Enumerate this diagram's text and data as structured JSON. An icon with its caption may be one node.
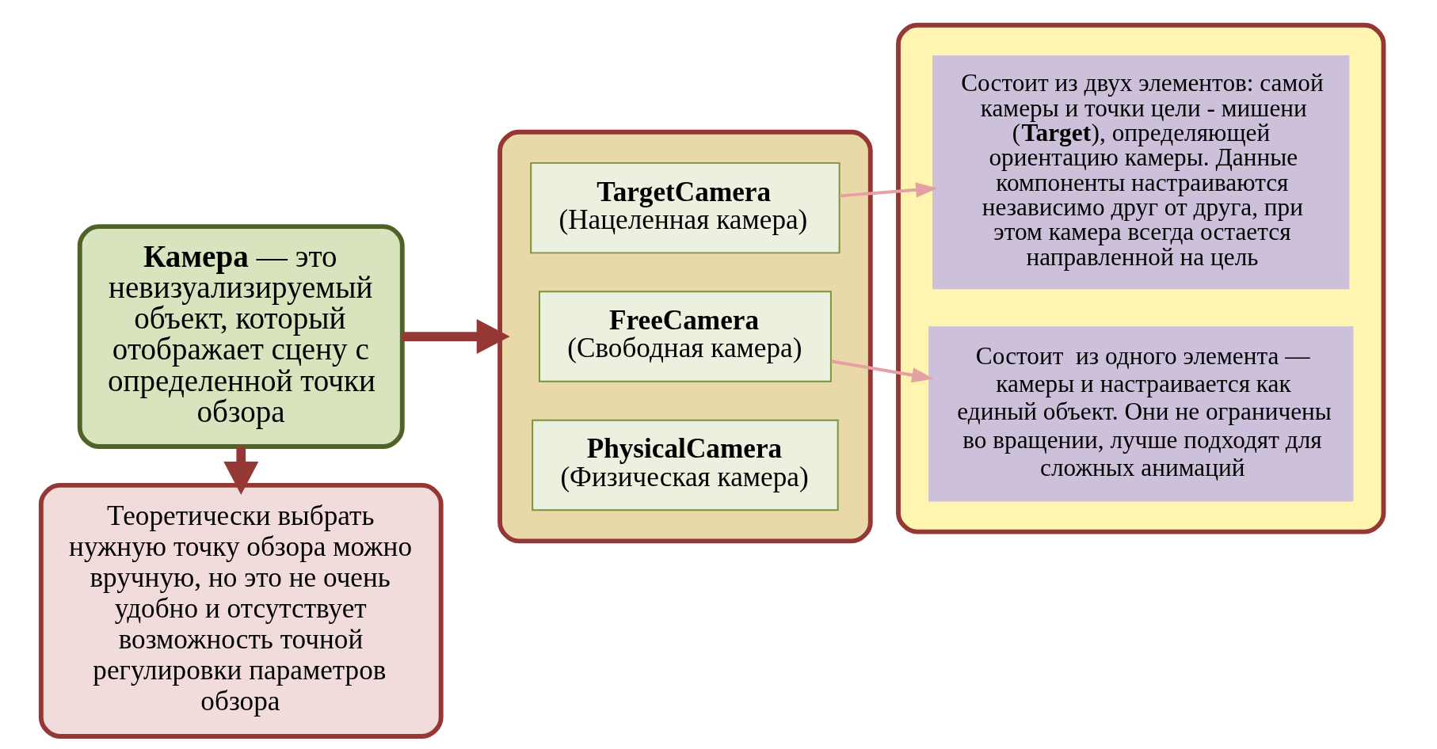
{
  "diagram": {
    "nodes": [
      {
        "text": [
          "**Камера** — это невизуализируемый объект, который отображает сцену с определенной точки обзора"
        ]
      },
      {
        "text": [
          "Теоретически выбрать нужную точку обзора можно вручную, но это не очень удобно и отсутствует возможность точной регулировки параметров обзора"
        ]
      },
      {
        "text": [],
        "shape": "box"
      },
      {
        "text": [
          "TargetCamera",
          "(Нацеленная камера)"
        ],
        "in": 2
      },
      {
        "text": [
          "FreeCamera",
          "(Свободная камера)"
        ],
        "in": 2
      },
      {
        "text": [
          "PhysicalCamera",
          "(Физическая камера)"
        ],
        "in": 2
      },
      {
        "text": [],
        "shape": "box"
      },
      {
        "text": [
          "Состоит из двух элементов: самой камеры и точки цели - мишени (**Target**), определяющей ориентацию камеры. Данные компоненты настраиваются независимо друг от друга, при этом камера всегда остается направленной на цель"
        ],
        "in": 6
      },
      {
        "text": [
          "Состоит  из одного элемента — камеры и настраивается как единый объект. Они не ограничены во вращении, лучше подходят для сложных анимаций"
        ],
        "in": 6
      }
    ],
    "edges": [
      {
        "from": 0,
        "to": 2,
        "arrow": "to",
        "style": "thick"
      },
      {
        "from": 0,
        "to": 1,
        "arrow": "to",
        "style": "thick"
      },
      {
        "from": 3,
        "to": 7,
        "arrow": "to",
        "color": "#e3a1a1"
      },
      {
        "from": 4,
        "to": 8,
        "arrow": "to",
        "color": "#e3a1a1"
      }
    ]
  }
}
